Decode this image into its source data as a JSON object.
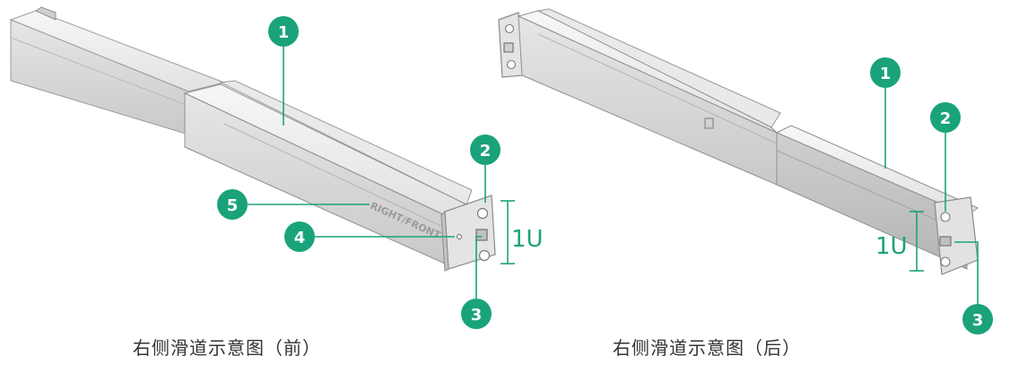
{
  "colors": {
    "callout": "#1aa37a",
    "callout_text": "#ffffff",
    "leader": "#1aa37a",
    "rail_outline": "#8f8f8f",
    "rail_light": "#ededed",
    "rail_mid": "#d6d6d6",
    "rail_dark": "#bdbdbd",
    "caption": "#333333"
  },
  "front_diagram": {
    "caption": "右侧滑道示意图（前）",
    "rail_marking": "RIGHT/FRONT",
    "height_label": "1U",
    "callouts": [
      "1",
      "2",
      "3",
      "4",
      "5"
    ]
  },
  "rear_diagram": {
    "caption": "右侧滑道示意图（后）",
    "height_label": "1U",
    "callouts": [
      "1",
      "2",
      "3"
    ]
  }
}
